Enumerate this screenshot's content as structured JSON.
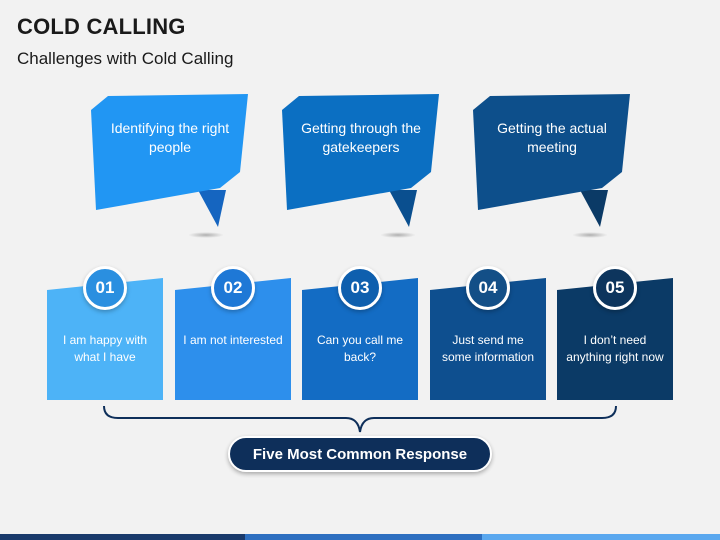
{
  "header": {
    "title": "COLD CALLING",
    "subtitle": "Challenges with Cold Calling"
  },
  "challenges": [
    {
      "text": "Identifying the right people",
      "color": "#2196f3",
      "tail_color": "#1565c0"
    },
    {
      "text": "Getting through the gatekeepers",
      "color": "#0b6fc2",
      "tail_color": "#0a4f8f"
    },
    {
      "text": "Getting the actual meeting",
      "color": "#0d4f8b",
      "tail_color": "#0b3a66"
    }
  ],
  "responses": [
    {
      "number": "01",
      "text": "I am happy with what I have",
      "color": "#4db3f7",
      "badge_color": "#2a8fe0"
    },
    {
      "number": "02",
      "text": "I am not interested",
      "color": "#2d8fec",
      "badge_color": "#1e78d6"
    },
    {
      "number": "03",
      "text": "Can you call me back?",
      "color": "#136cc4",
      "badge_color": "#0e5fae"
    },
    {
      "number": "04",
      "text": "Just send me some information",
      "color": "#0e4f8f",
      "badge_color": "#134f87"
    },
    {
      "number": "05",
      "text": "I don’t need anything right now",
      "color": "#0b3a66",
      "badge_color": "#0d355d"
    }
  ],
  "summary": {
    "label": "Five Most Common Response",
    "color": "#0e2f5a"
  },
  "bottom_bar_colors": [
    "#1a3a6b",
    "#2e6fc0",
    "#5aa8ef"
  ]
}
